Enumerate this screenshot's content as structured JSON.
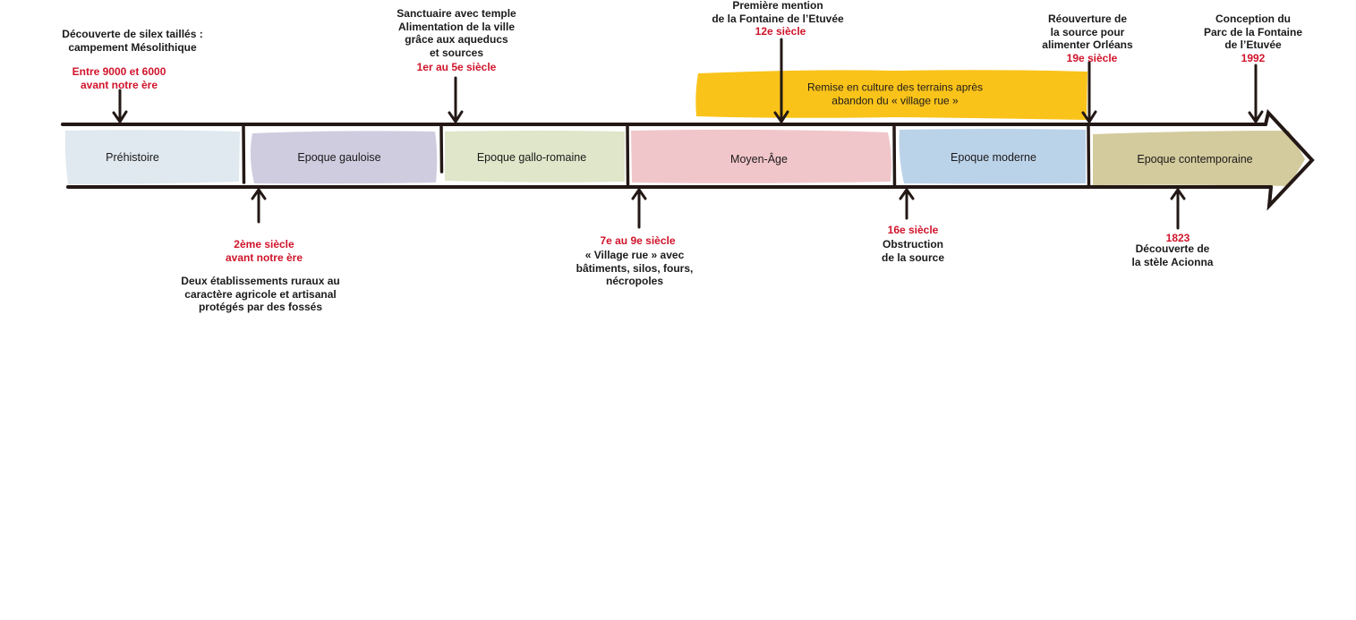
{
  "periods": [
    {
      "id": "prehistoire",
      "label": "Préhistoire",
      "color": "#dfe9ef"
    },
    {
      "id": "gauloise",
      "label": "Epoque gauloise",
      "color": "#d0cce0"
    },
    {
      "id": "gallo-romaine",
      "label": "Epoque gallo-romaine",
      "color": "#dfe6c9"
    },
    {
      "id": "moyen-age",
      "label": "Moyen-Âge",
      "color": "#f1c6ca"
    },
    {
      "id": "moderne",
      "label": "Epoque moderne",
      "color": "#bbd3e9"
    },
    {
      "id": "contemporaine",
      "label": "Epoque contemporaine",
      "color": "#d3cb9d"
    }
  ],
  "banner": {
    "label": "Remise en culture des terrains après\nabandon du « village rue »",
    "color": "#fac31a"
  },
  "events_top": [
    {
      "id": "silex",
      "description": "Découverte de silex taillés :\ncampement Mésolithique",
      "date": "Entre 9000 et 6000\navant notre ère"
    },
    {
      "id": "sanctuaire",
      "description": "Sanctuaire avec temple\nAlimentation de la ville\ngrâce aux aqueducs\net sources",
      "date": "1er au 5e siècle"
    },
    {
      "id": "premiere-mention",
      "description": "Première mention\nde la Fontaine de l’Etuvée",
      "date": "12e siècle"
    },
    {
      "id": "reouverture",
      "description": "Réouverture de\nla source pour\nalimenter Orléans",
      "date": "19e siècle"
    },
    {
      "id": "conception-parc",
      "description": "Conception du\nParc de la Fontaine\nde l’Etuvée",
      "date": "1992"
    }
  ],
  "events_bottom": [
    {
      "id": "etablissements",
      "date": "2ème siècle\navant notre ère",
      "description": "Deux établissements ruraux au\ncaractère agricole et artisanal\nprotégés par des fossés"
    },
    {
      "id": "village-rue",
      "date": "7e au 9e siècle",
      "description": "« Village rue » avec\nbâtiments, silos, fours,\nnécropoles"
    },
    {
      "id": "obstruction",
      "date": "16e siècle",
      "description": "Obstruction\nde la source"
    },
    {
      "id": "stele",
      "date": "1823",
      "description": "Découverte de\nla stèle Acionna"
    }
  ],
  "colors": {
    "line": "#231815",
    "date_text": "#d0142b"
  }
}
